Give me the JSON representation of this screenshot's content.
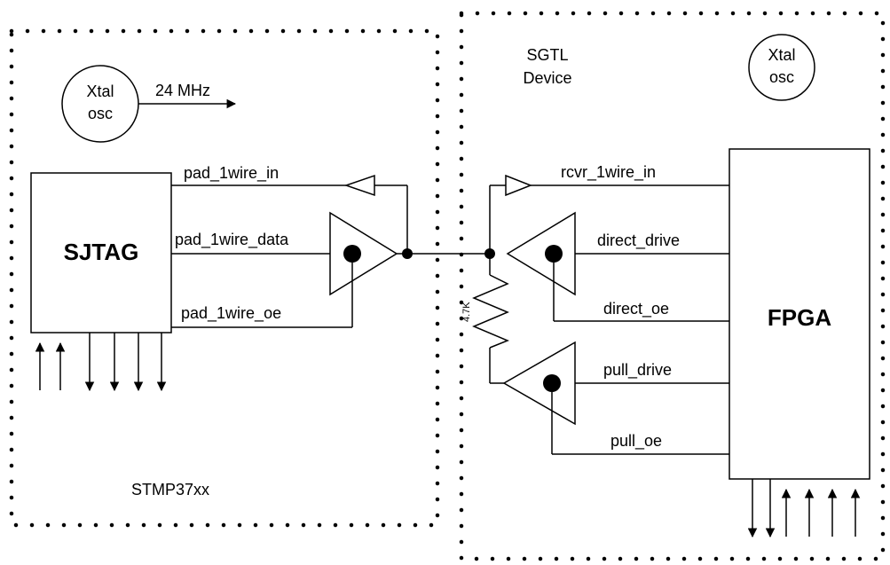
{
  "left_block": {
    "label": "STMP37xx",
    "oscillator": {
      "line1": "Xtal",
      "line2": "osc"
    },
    "clock_label": "24 MHz",
    "core": "SJTAG",
    "signals": [
      "pad_1wire_in",
      "pad_1wire_data",
      "pad_1wire_oe"
    ]
  },
  "right_block": {
    "label_line1": "SGTL",
    "label_line2": "Device",
    "oscillator": {
      "line1": "Xtal",
      "line2": "osc"
    },
    "core": "FPGA",
    "resistor": "4.7K",
    "signals": [
      "rcvr_1wire_in",
      "direct_drive",
      "direct_oe",
      "pull_drive",
      "pull_oe"
    ]
  }
}
